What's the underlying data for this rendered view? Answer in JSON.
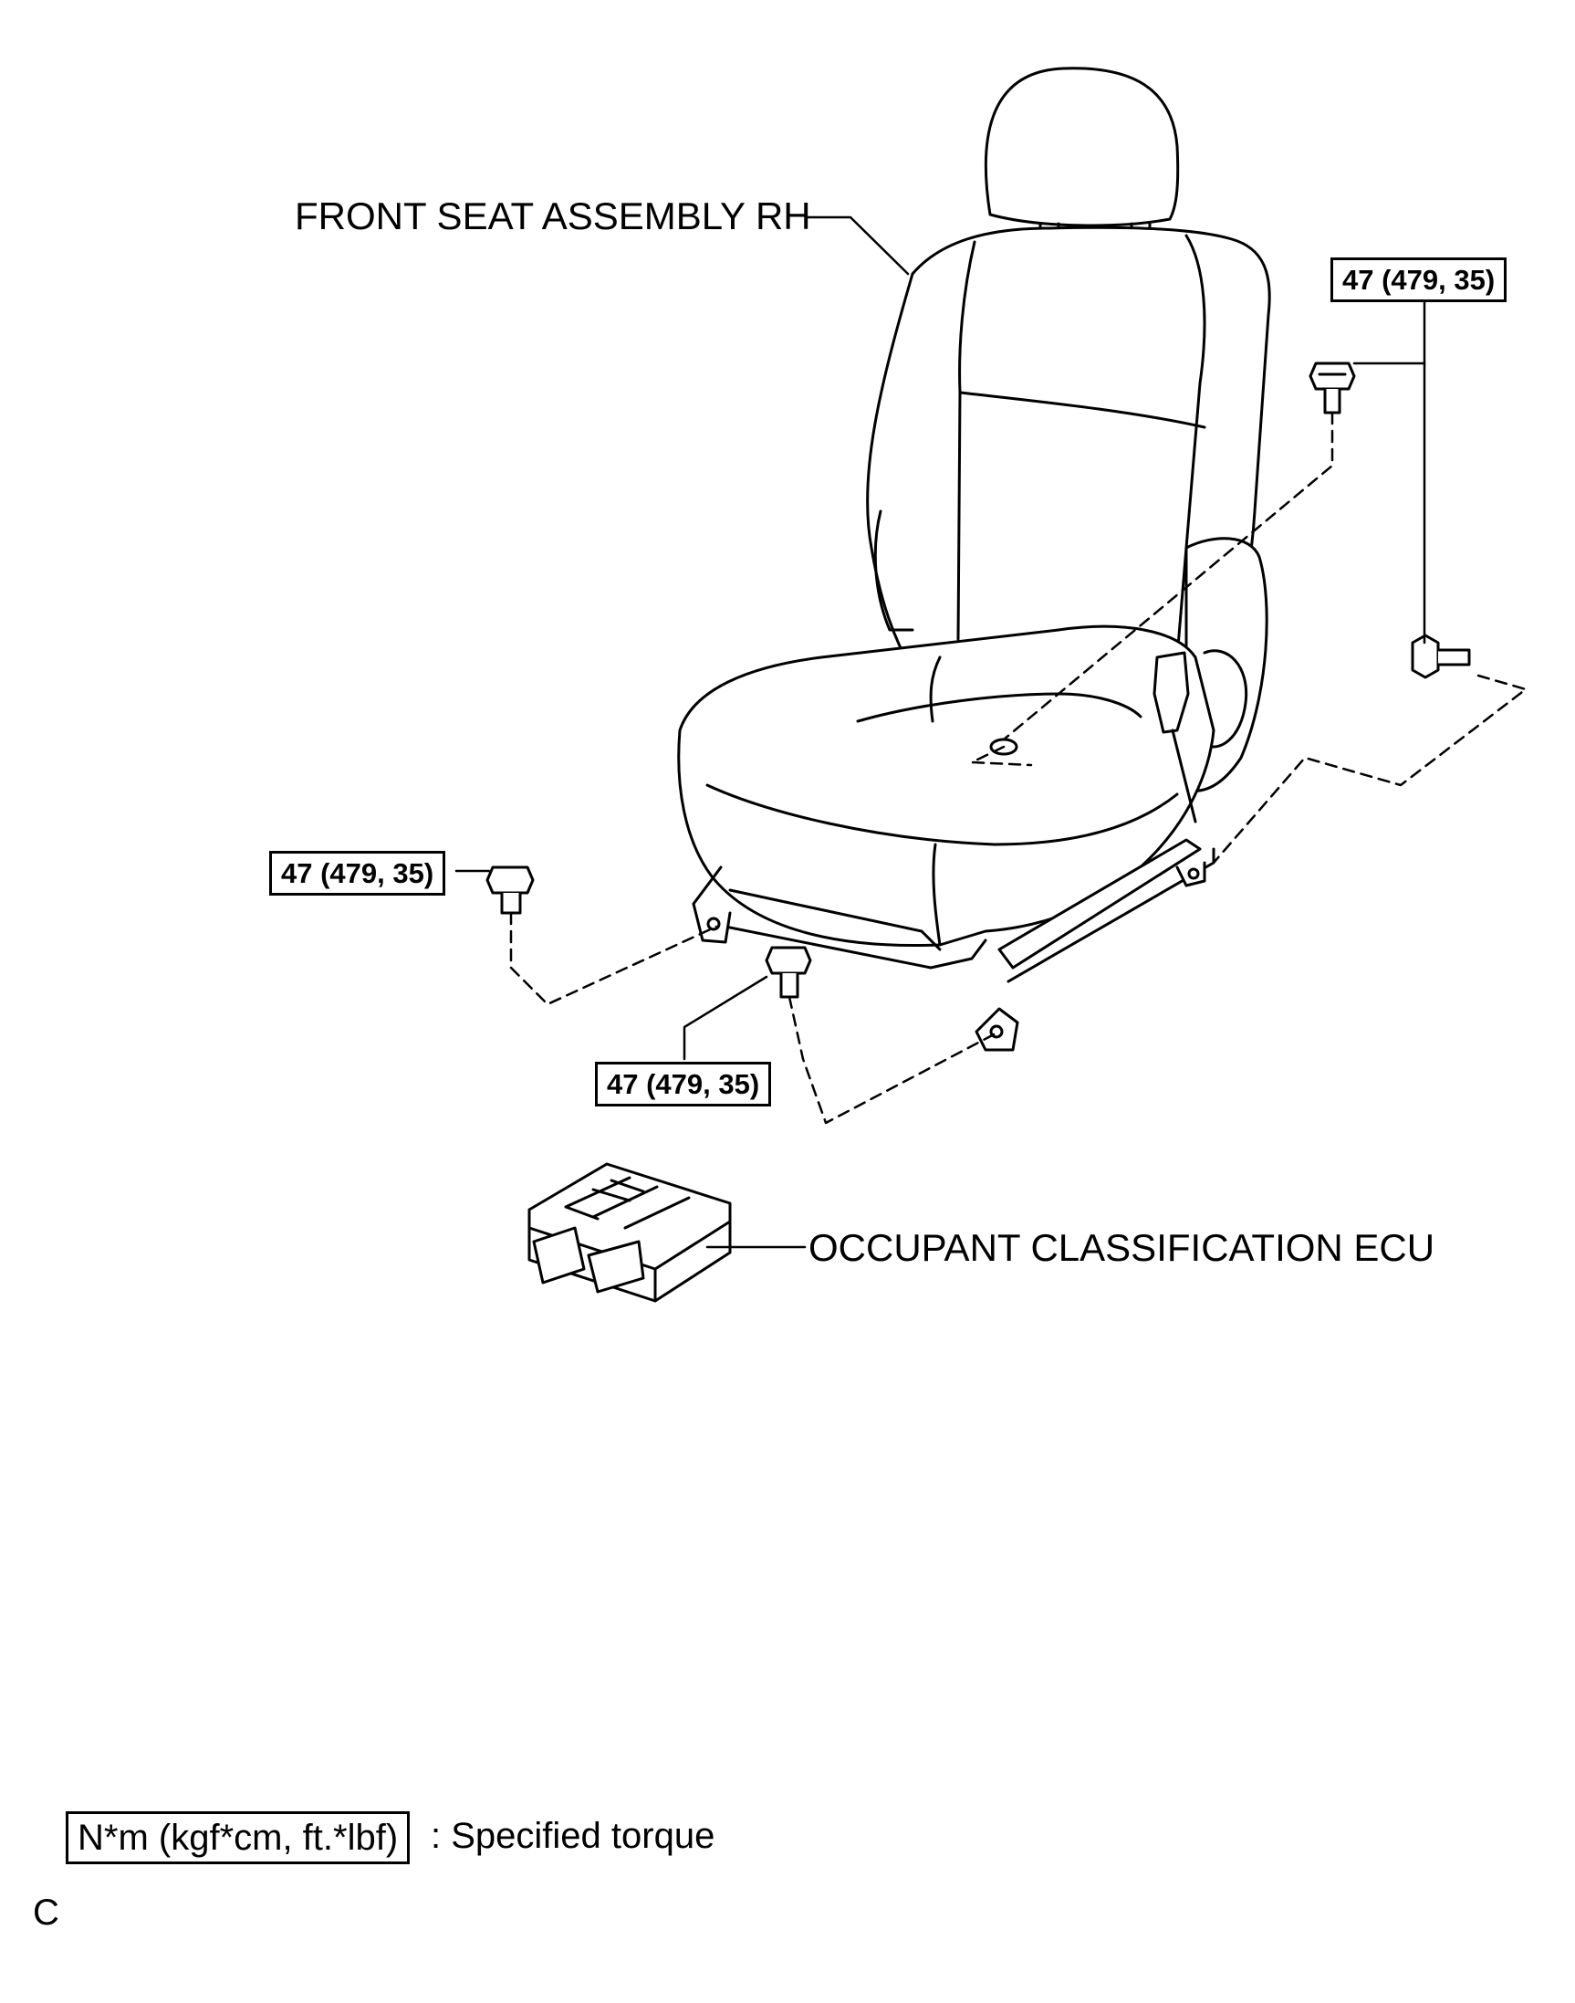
{
  "labels": {
    "seat": "FRONT SEAT ASSEMBLY RH",
    "ecu": "OCCUPANT CLASSIFICATION ECU",
    "torque_top_right": "47 (479, 35)",
    "torque_left": "47 (479, 35)",
    "torque_bottom": "47 (479, 35)"
  },
  "legend": {
    "units": "N*m (kgf*cm, ft.*lbf)",
    "desc": ": Specified torque"
  },
  "figure_id": "C"
}
